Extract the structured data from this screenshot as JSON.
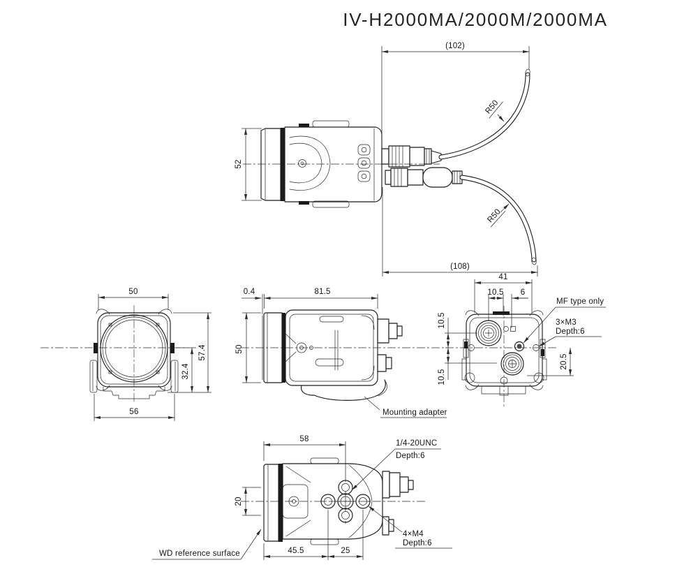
{
  "title": "IV-H2000MA/2000M/2000MA",
  "cable_view": {
    "dim_top": "(102)",
    "dim_bottom": "(108)",
    "dim_height": "52",
    "radius_top": "R50",
    "radius_bottom": "R50"
  },
  "front_view": {
    "dim_width_top": "50",
    "dim_height_full": "57.4",
    "dim_height_half": "32.4",
    "dim_width_bottom": "56"
  },
  "side_view": {
    "dim_offset": "0.4",
    "dim_length": "81.5",
    "dim_height": "50",
    "mounting_adapter": "Mounting adapter"
  },
  "rear_view": {
    "dim_width": "41",
    "dim_left_offset": "10.5",
    "dim_center_offset": "6",
    "dim_upper": "10.5",
    "dim_lower": "10.5",
    "dim_right": "20.5",
    "mf_label": "MF type only",
    "m3_label": "3×M3",
    "m3_depth": "Depth:6"
  },
  "bottom_view": {
    "dim_length": "58",
    "dim_holes": "20",
    "dim_left": "45.5",
    "dim_pitch": "25",
    "unc_label": "1/4-20UNC",
    "unc_depth": "Depth:6",
    "m4_label": "4×M4",
    "m4_depth": "Depth:6",
    "wd_label": "WD reference surface"
  }
}
